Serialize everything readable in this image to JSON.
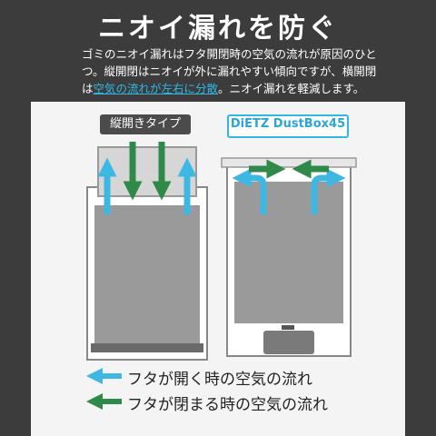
{
  "title": "ニオイ漏れを防ぐ",
  "description": {
    "line1": "ゴミのニオイ漏れはフタ開閉時の空気の流れが原因のひと",
    "line2": "つ。縦開閉はニオイが外に漏れやすい傾向ですが、横開閉",
    "line3_prefix": "は",
    "line3_highlight": "空気の流れが左右に分散",
    "line3_suffix": "。ニオイ漏れを軽減します。"
  },
  "labels": {
    "left": "縦開きタイプ",
    "right": "DiETZ DustBox45"
  },
  "legend": {
    "open": "フタが開く時の空気の流れ",
    "close": "フタが閉まる時の空気の流れ"
  },
  "colors": {
    "open_arrow": "#3fb7e3",
    "close_arrow": "#2f8a4a",
    "bin_body": "#9a9a9a",
    "panel": "#f4f4f4"
  }
}
